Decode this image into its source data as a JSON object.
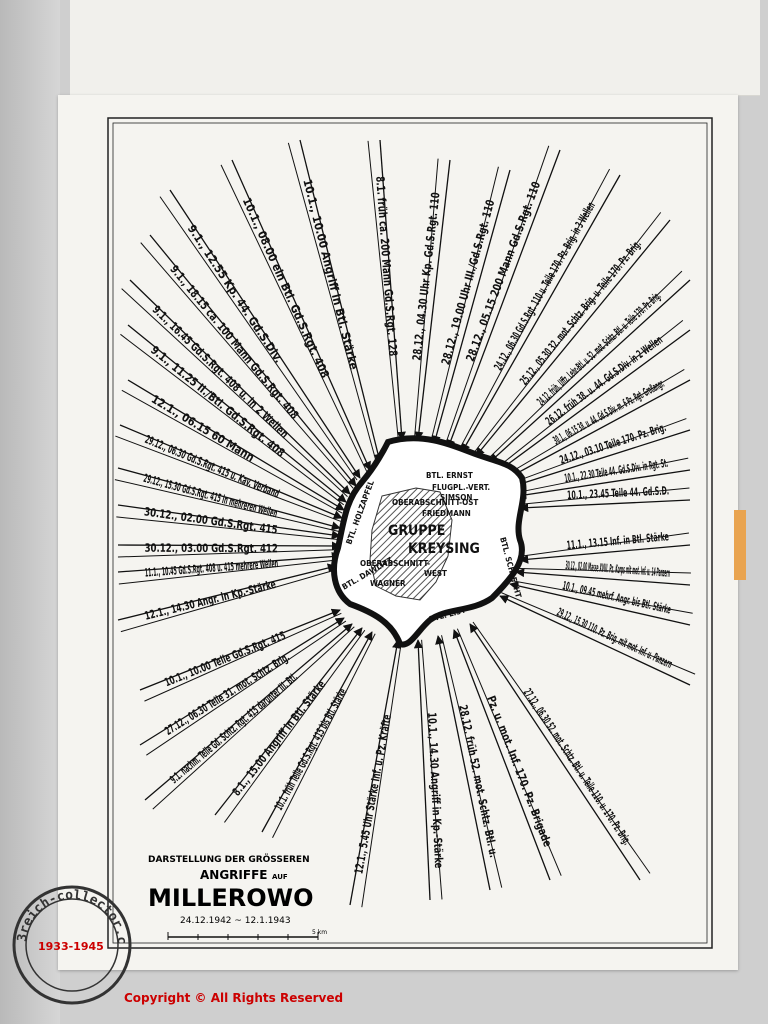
{
  "caption": {
    "line1": "DARSTELLUNG DER GRÖSSEREN",
    "line2": "ANGRIFFE",
    "auf": "AUF",
    "title": "MILLEROWO",
    "dates": "24.12.1942  ~  12.1.1943",
    "scale_unit": "5 km"
  },
  "center": {
    "label_main_1": "GRUPPE",
    "label_main_2": "KREYSING",
    "ost": "OBERABSCHNITT-OST",
    "friedmann": "FRIEDMANN",
    "flugpl": "FLUGPL.-VERT.",
    "simson": "SIMSON",
    "west": "OBERABSCHNITT-",
    "west2": "WEST",
    "wagner": "WAGNER",
    "btl_ernst": "BTL. ERNST",
    "btl_holzapfel": "BTL. HOLZAPFEL",
    "btl_schlecht": "BTL. SCHLECHT",
    "btl_dawlitz": "BTL. DAWLITZ",
    "btl_list": "BTL. LIST"
  },
  "attacks": [
    {
      "id": "a1",
      "text": "9.1., 12.55 Kp. 44. Gd.S.Div."
    },
    {
      "id": "a2",
      "text": "10.1., 08.00 ein Btl. Gd.S.Rgt. 408"
    },
    {
      "id": "a3",
      "text": "10.1., 10.00 Angriff in Btl. Stärke"
    },
    {
      "id": "a4",
      "text": "9.1., 18.15 ca. 100 Mann Gd.S.Rgt. 408"
    },
    {
      "id": "a5",
      "text": "9.1., 16.45 Gd.S.Rgt. 408 u. in 2 Wellen"
    },
    {
      "id": "a6",
      "text": "9.1., 11.25 II./Btl. Gd.S.Rgt. 408"
    },
    {
      "id": "a7",
      "text": "12.1., 06.15  60 Mann"
    },
    {
      "id": "a8",
      "text": "29.12., 06.30 Gd.S.Rgt. 415 u. Kav. Verband"
    },
    {
      "id": "a9",
      "text": "29.12., 15.30 Gd.S.Rgt. 415 in mehreren Wellen"
    },
    {
      "id": "a10",
      "text": "30.12., 02.00 Gd.S.Rgt. 415"
    },
    {
      "id": "a11",
      "text": "30.12., 03.00 Gd.S.Rgt. 412"
    },
    {
      "id": "a12",
      "text": "11.1., 10.45 Gd.S.Rgt. 408 u. 415 mehrere Wellen"
    },
    {
      "id": "a13",
      "text": "12.1., 14.30 Angr. in Kp.-Stärke"
    },
    {
      "id": "a14",
      "text": "10.1., 10.00 Teile Gd.S.Rgt. 415"
    },
    {
      "id": "a15",
      "text": "27.12., 06.30 Teile 31. mot. Schtz. Brig."
    },
    {
      "id": "a16",
      "text": "9.1. nachm. Teile Gd. Schtz. Rgt. 415 darunter III. Btl."
    },
    {
      "id": "a17",
      "text": "8.1., 15.00 Angriff in Btl. Stärke"
    },
    {
      "id": "a18",
      "text": "10.1. früh Teile Gd.S.Rgt. 415 bis Btl. Stärke"
    },
    {
      "id": "a19",
      "text": "12.1., 5.45 Uhr Stärke Inf. u. Pz. Kräfte"
    },
    {
      "id": "a20",
      "text": "10.1., 14.30 Angriff in Kp.-Stärke"
    },
    {
      "id": "a21",
      "text": "28.12. früh 52. mot. Schtz. Btl. u."
    },
    {
      "id": "a22",
      "text": "Pz. u. mot. Inf. 170. Pz. Brigade"
    },
    {
      "id": "a23",
      "text": "27.12., 06.30 52. mot. Schtz. Btl. u. Teile 110. u. 170. Pz. Brig."
    },
    {
      "id": "a24",
      "text": "8.1. früh ca. 200 Mann Gd.S.Rgt. 128"
    },
    {
      "id": "a25",
      "text": "28.12., 04.30 Uhr Kp. Gd.S.Rgt. 110"
    },
    {
      "id": "a26",
      "text": "28.12., 19.00 Uhr III./Gd.S.Rgt. 110"
    },
    {
      "id": "a27",
      "text": "28.12., 05.15 200 Mann Gd.S.Rgt. 110"
    },
    {
      "id": "a28",
      "text": "24.12., 06.30 Gd.S.Rgt. 110 u. Teile 170. Pz. Brig. in 3 Wellen"
    },
    {
      "id": "a29",
      "text": "25.12., 05.30 32. mot. Schtz. Brig. u. Teile 170. Pz. Brig."
    },
    {
      "id": "a30",
      "text": "24.12. früh, Uffz. Lehr-Btl. u. 52. mot. Schtz. Btl. u. Teile 170. Pz. Brig."
    },
    {
      "id": "a31",
      "text": "26.12. früh 38. u. 44. Gd.S.Div. in 2 Wellen"
    },
    {
      "id": "a32",
      "text": "30.1., 06.15 38. u. 44. Gd.S.Div. m. 6 Pz. Rgt. Großangr."
    },
    {
      "id": "a33",
      "text": "24.12., 03.10 Teile 170. Pz. Brig."
    },
    {
      "id": "a34",
      "text": "10.1., 22.30 Teile 44. Gd.S.Div. in Rgt. St."
    },
    {
      "id": "a35",
      "text": "10.1., 23.45 Teile 44. Gd.S.D."
    },
    {
      "id": "a36",
      "text": "11.1., 13.15 Inf. in Btl. Stärke"
    },
    {
      "id": "a37",
      "text": "30.12., 02.00 Masse XVIII. Pz. Korps mit mot. Inf. u. 14 Panzern"
    },
    {
      "id": "a38",
      "text": "10.1., 09.45 mehrf. Angr. bis Btl. Stärke"
    },
    {
      "id": "a39",
      "text": "29.12., 15.30 110. Pz. Brig. mit mot. Inf. u. Panzern"
    }
  ],
  "watermark": {
    "copyright": "Copyright © All Rights Reserved",
    "stamp_text": "3reich-collector.com",
    "stamp_years": "1933-1945"
  },
  "colors": {
    "ink": "#111111",
    "paper": "#f5f4f0",
    "stamp": "#333333",
    "watermark_red": "#cc0000",
    "tan": "#e9a450"
  }
}
